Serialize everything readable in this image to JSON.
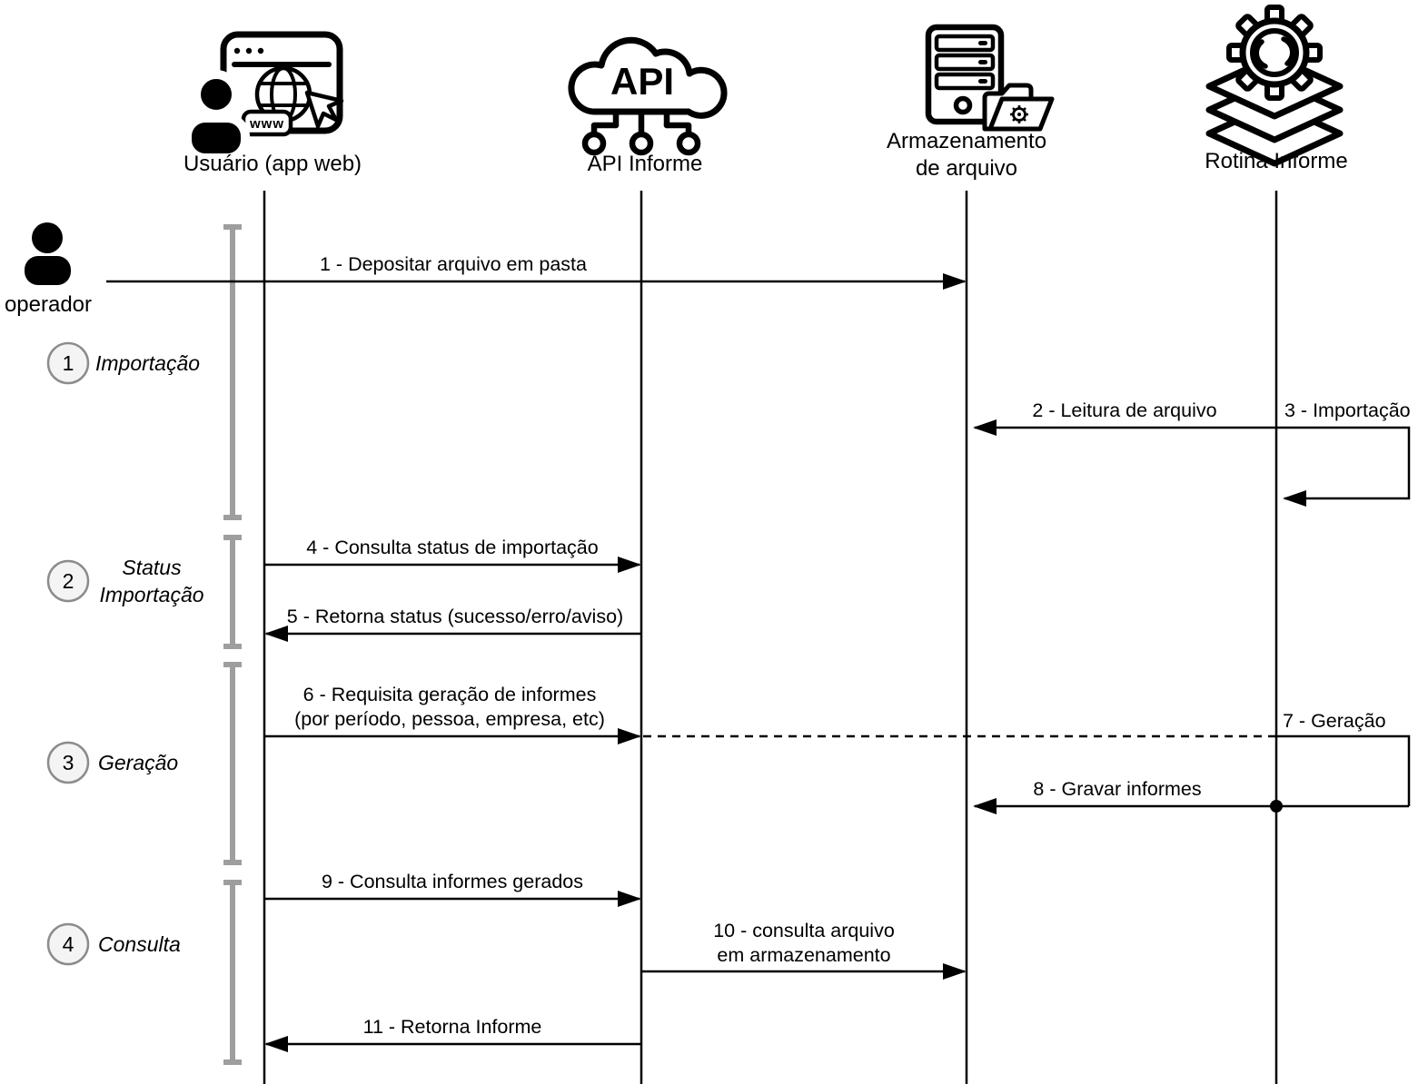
{
  "actors": [
    {
      "icon": "user-browser-icon",
      "icon_text": "www",
      "label_lines": [
        "Usuário (app web)"
      ]
    },
    {
      "icon": "api-cloud-icon",
      "icon_text": "API",
      "label_lines": [
        "API Informe"
      ]
    },
    {
      "icon": "server-folder-icon",
      "label_lines": [
        "Armazenamento",
        "de arquivo"
      ]
    },
    {
      "icon": "gear-layers-icon",
      "label_lines": [
        "Rotina Informe"
      ]
    }
  ],
  "operator": {
    "icon": "person-icon",
    "label": "operador"
  },
  "phases": [
    {
      "number": "1",
      "label_lines": [
        "Importação"
      ]
    },
    {
      "number": "2",
      "label_lines": [
        "Status",
        "Importação"
      ]
    },
    {
      "number": "3",
      "label_lines": [
        "Geração"
      ]
    },
    {
      "number": "4",
      "label_lines": [
        "Consulta"
      ]
    }
  ],
  "messages": [
    {
      "lines": [
        "1 - Depositar arquivo em pasta"
      ],
      "from": "operador",
      "to": "Armazenamento de arquivo",
      "style": "solid"
    },
    {
      "lines": [
        "2 - Leitura de arquivo"
      ],
      "from": "Rotina Informe",
      "to": "Armazenamento de arquivo",
      "style": "solid"
    },
    {
      "lines": [
        "3 - Importação"
      ],
      "from": "Rotina Informe",
      "to": "Rotina Informe",
      "style": "self-loop"
    },
    {
      "lines": [
        "4 - Consulta status de importação"
      ],
      "from": "Usuário (app web)",
      "to": "API Informe",
      "style": "solid"
    },
    {
      "lines": [
        "5 - Retorna status (sucesso/erro/aviso)"
      ],
      "from": "API Informe",
      "to": "Usuário (app web)",
      "style": "solid"
    },
    {
      "lines": [
        "6 - Requisita geração de informes",
        "(por período, pessoa, empresa, etc)"
      ],
      "from": "Usuário (app web)",
      "to": "API Informe",
      "style": "solid"
    },
    {
      "lines": [
        "7 - Geração"
      ],
      "from": "API Informe",
      "to": "Rotina Informe",
      "style": "dashed-then-loop"
    },
    {
      "lines": [
        "8 - Gravar informes"
      ],
      "from": "Rotina Informe",
      "to": "Armazenamento de arquivo",
      "style": "solid"
    },
    {
      "lines": [
        "9 - Consulta informes gerados"
      ],
      "from": "Usuário (app web)",
      "to": "API Informe",
      "style": "solid"
    },
    {
      "lines": [
        "10 - consulta arquivo",
        "em armazenamento"
      ],
      "from": "API Informe",
      "to": "Armazenamento de arquivo",
      "style": "solid"
    },
    {
      "lines": [
        "11 - Retorna Informe"
      ],
      "from": "API Informe",
      "to": "Usuário (app web)",
      "style": "solid"
    }
  ],
  "colors": {
    "line": "#000000",
    "phase_bar": "#9e9e9e",
    "badge_fill": "#f4f4f4",
    "badge_border": "#8c8c8c",
    "background": "#ffffff"
  }
}
